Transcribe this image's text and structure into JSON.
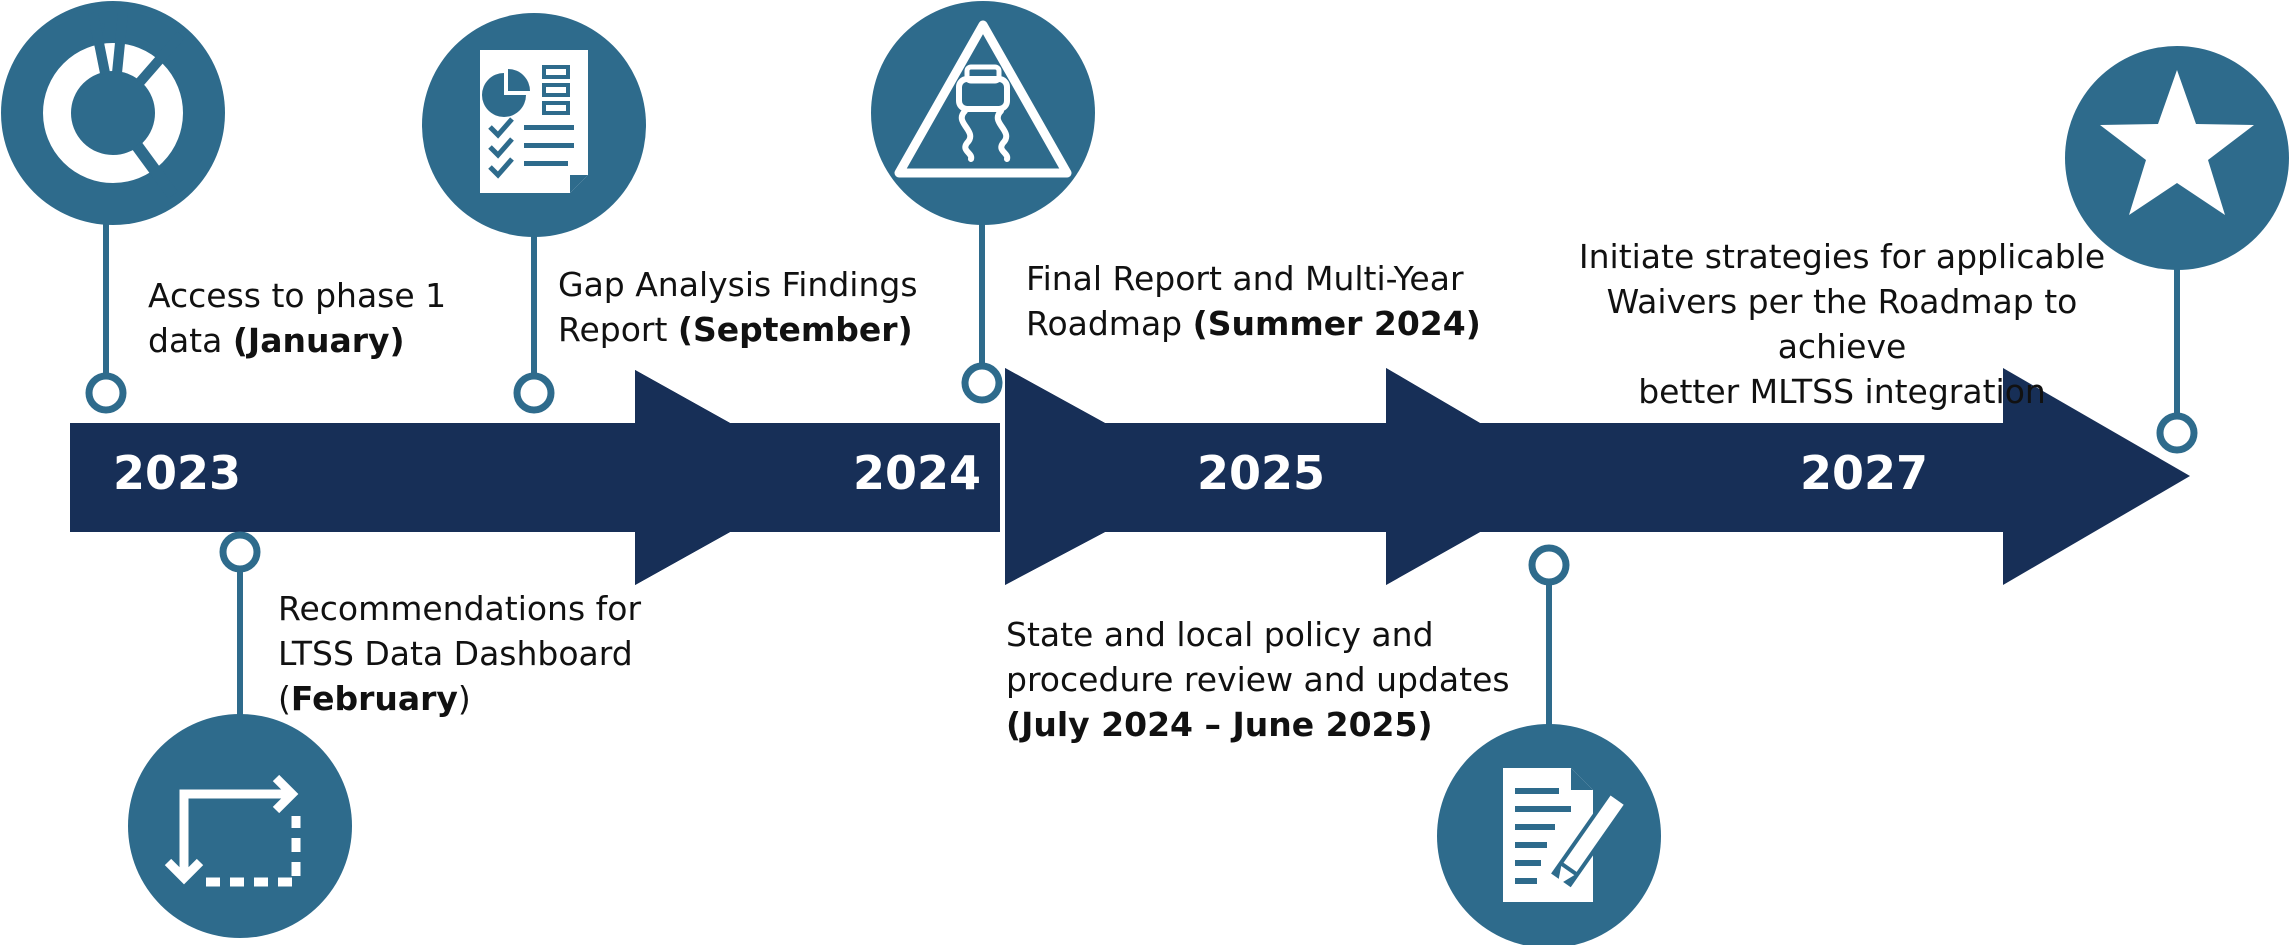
{
  "colors": {
    "arrow": "#172f57",
    "circle": "#2e6b8c",
    "icon": "#ffffff"
  },
  "years": [
    "2023",
    "2024",
    "2025",
    "2027"
  ],
  "milestones": [
    {
      "text": "Access to phase 1",
      "text2": "data ",
      "bold": "(January)",
      "icon": "donut-chart-icon"
    },
    {
      "text": "Gap Analysis Findings",
      "text2": "Report ",
      "bold": "(September)",
      "icon": "report-document-icon"
    },
    {
      "text": "Final Report and Multi-Year",
      "text2": "Roadmap ",
      "bold": "(Summer 2024)",
      "icon": "warning-sign-icon"
    },
    {
      "line1": "Initiate strategies for applicable",
      "line2": "Waivers per the Roadmap to achieve",
      "line3": "better MLTSS integration",
      "icon": "star-icon"
    },
    {
      "line1": "Recommendations for",
      "line2": "LTSS Data Dashboard",
      "pre": "(",
      "bold": "February",
      "post": ")",
      "icon": "expand-arrows-icon"
    },
    {
      "line1": "State and local policy and",
      "line2": "procedure review and updates",
      "bold": "(July 2024 – June 2025)",
      "icon": "edit-document-icon"
    }
  ]
}
